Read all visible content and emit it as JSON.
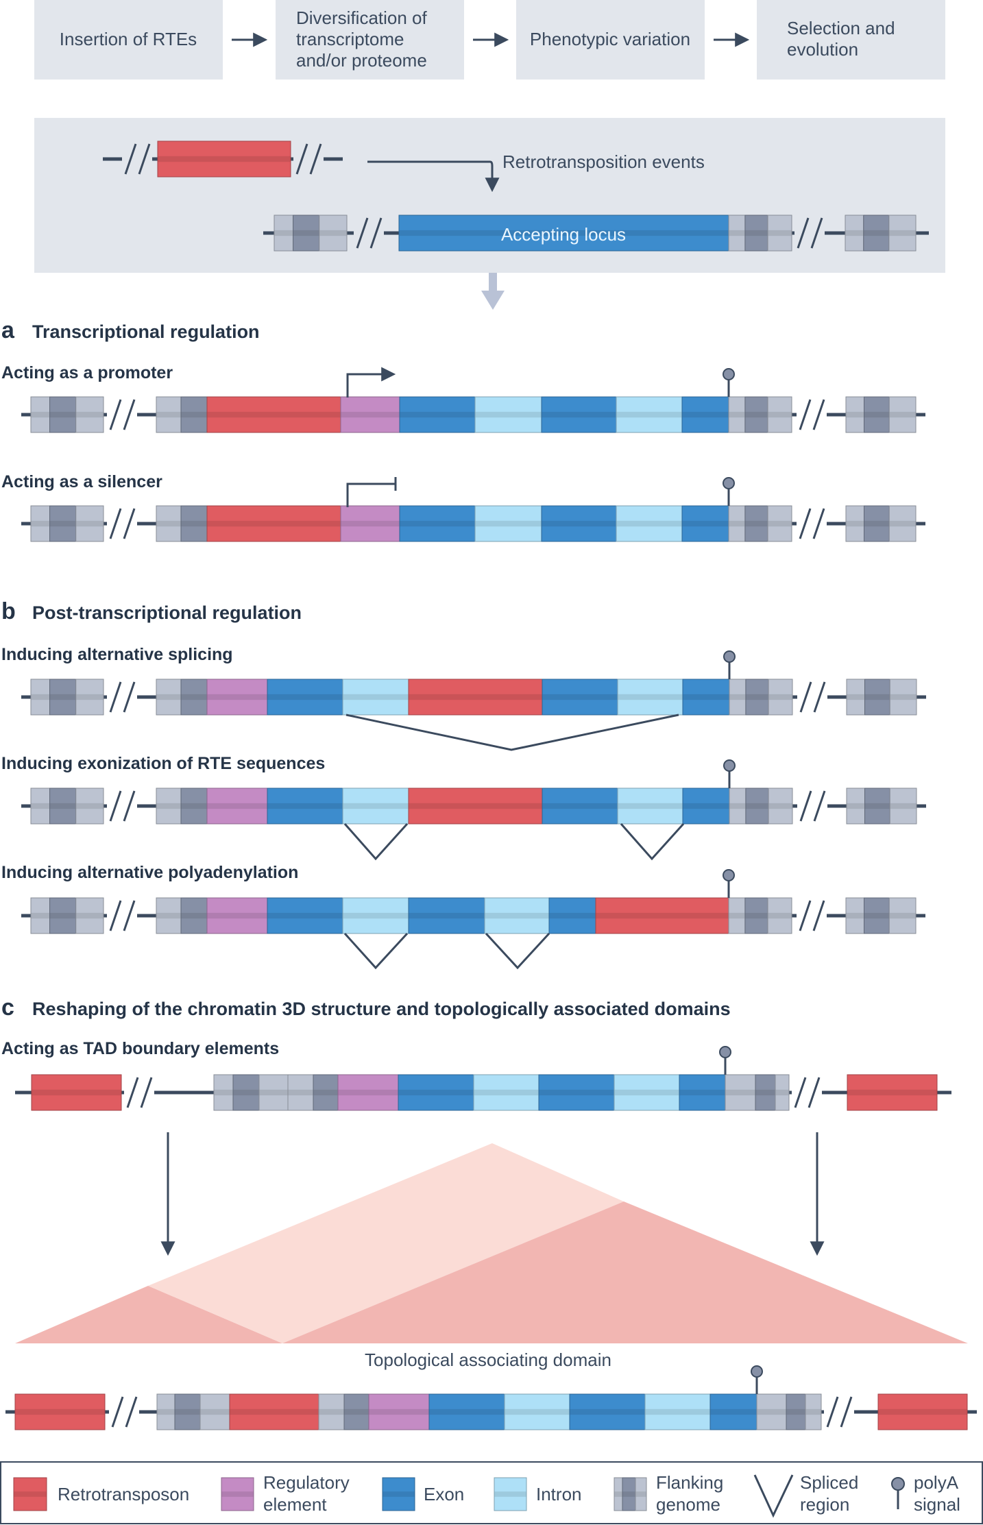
{
  "flow": {
    "step1": "Insertion of RTEs",
    "step2_line1": "Diversification of",
    "step2_line2": "transcriptome",
    "step2_line3": "and/or proteome",
    "step3": "Phenotypic variation",
    "step4_line1": "Selection and",
    "step4_line2": "evolution"
  },
  "insertion": {
    "events_label": "Retrotransposition events",
    "locus_label": "Accepting locus"
  },
  "section_a": {
    "letter": "a",
    "title": "Transcriptional regulation",
    "promoter_title": "Acting as a promoter",
    "silencer_title": "Acting as a silencer"
  },
  "section_b": {
    "letter": "b",
    "title": "Post-transcriptional regulation",
    "splicing_title": "Inducing alternative splicing",
    "exonization_title": "Inducing exonization of RTE sequences",
    "polyadenylation_title": "Inducing alternative polyadenylation"
  },
  "section_c": {
    "letter": "c",
    "title": "Reshaping of the chromatin 3D structure and topologically associated domains",
    "tad_title": "Acting as TAD boundary elements",
    "domain_label": "Topological associating domain"
  },
  "legend": {
    "retrotransposon": "Retrotransposon",
    "regulatory_line1": "Regulatory",
    "regulatory_line2": "element",
    "exon": "Exon",
    "intron": "Intron",
    "flanking_line1": "Flanking",
    "flanking_line2": "genome",
    "spliced_line1": "Spliced",
    "spliced_line2": "region",
    "polya_line1": "polyA",
    "polya_line2": "signal"
  },
  "colors": {
    "retrotransposon": "#e05c61",
    "regulatory": "#c48bc4",
    "exon": "#3d8ccd",
    "intron": "#aee0f7",
    "flanking_light": "#bcc3d1",
    "flanking_dark": "#8690a6",
    "backbone": "#3b4a5e",
    "panel": "#e2e6ec",
    "tad_light": "#fbdcd6",
    "tad_dark": "#f2b6b2"
  }
}
